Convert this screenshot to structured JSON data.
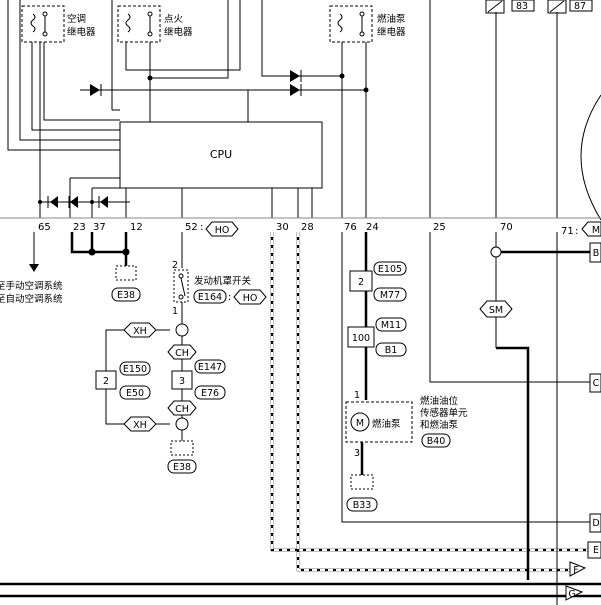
{
  "relays": {
    "ac": [
      "空调",
      "继电器"
    ],
    "ignition": [
      "点火",
      "继电器"
    ],
    "fuel_pump": [
      "燃油泵",
      "继电器"
    ]
  },
  "cpu": {
    "label": "CPU"
  },
  "top_connectors": [
    "83",
    "87"
  ],
  "pins": {
    "p65": "65",
    "p23": "23",
    "p37": "37",
    "p12": "12",
    "p52": "52",
    "p30": "30",
    "p28": "28",
    "p76": "76",
    "p24": "24",
    "p25": "25",
    "p70": "70",
    "p71": "71"
  },
  "tags": {
    "ho1": "HO",
    "ho2": "HO",
    "m_right": "M",
    "sm": "SM",
    "xh1": "XH",
    "xh2": "XH",
    "ch1": "CH",
    "ch2": "CH"
  },
  "notes": {
    "ac_system": [
      "至手动空调系统",
      "至自动空调系统"
    ]
  },
  "ground_refs": {
    "e38a": "E38",
    "e38b": "E38",
    "b33": "B33"
  },
  "hood_switch": {
    "label": "发动机罩开关",
    "connector": "E164",
    "pin_top": "2",
    "pin_bottom": "1"
  },
  "joint_left": {
    "num": "2",
    "conn1": "E150",
    "conn2": "E50"
  },
  "joint_mid": {
    "num": "3",
    "conn1": "E147",
    "conn2": "E76"
  },
  "fuel_conn1": {
    "num": "2",
    "conn1": "E105",
    "conn2": "M77"
  },
  "fuel_conn2": {
    "num": "100",
    "conn1": "M11",
    "conn2": "B1"
  },
  "fuel_pump": {
    "label": "燃油泵",
    "unit_lines": [
      "燃油油位",
      "传感器单元",
      "和燃油泵"
    ],
    "connector": "B40",
    "motor": "M",
    "pin_top": "1",
    "pin_bottom": "3"
  },
  "colon": ":",
  "edge_refs": [
    "B",
    "C",
    "D",
    "E",
    "F",
    "G"
  ]
}
